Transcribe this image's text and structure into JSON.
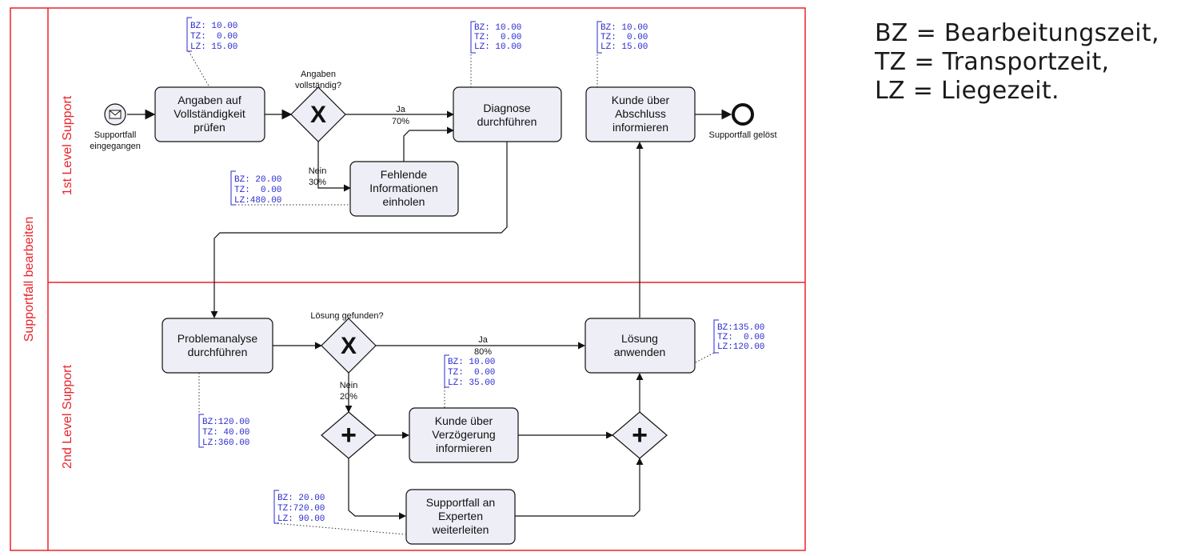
{
  "pool": {
    "label": "Supportfall bearbeiten"
  },
  "lanes": [
    {
      "label": "1st Level Support"
    },
    {
      "label": "2nd Level Support"
    }
  ],
  "events": {
    "start": {
      "label_lines": [
        "Supportfall",
        "eingegangen"
      ]
    },
    "end": {
      "label": "Supportfall gelöst"
    }
  },
  "tasks": {
    "angaben": {
      "lines": [
        "Angaben auf",
        "Vollständigkeit",
        "prüfen"
      ],
      "times": [
        "BZ: 10.00",
        "TZ:  0.00",
        "LZ: 15.00"
      ]
    },
    "diagnose": {
      "lines": [
        "Diagnose",
        "durchführen"
      ],
      "times": [
        "BZ: 10.00",
        "TZ:  0.00",
        "LZ: 10.00"
      ]
    },
    "kunde_abschluss": {
      "lines": [
        "Kunde über",
        "Abschluss",
        "informieren"
      ],
      "times": [
        "BZ: 10.00",
        "TZ:  0.00",
        "LZ: 15.00"
      ]
    },
    "fehlende": {
      "lines": [
        "Fehlende",
        "Informationen",
        "einholen"
      ],
      "times": [
        "BZ: 20.00",
        "TZ:  0.00",
        "LZ:480.00"
      ]
    },
    "problemanalyse": {
      "lines": [
        "Problemanalyse",
        "durchführen"
      ],
      "times": [
        "BZ:120.00",
        "TZ: 40.00",
        "LZ:360.00"
      ]
    },
    "loesung": {
      "lines": [
        "Lösung",
        "anwenden"
      ],
      "times": [
        "BZ:135.00",
        "TZ:  0.00",
        "LZ:120.00"
      ]
    },
    "kunde_verzoegerung": {
      "lines": [
        "Kunde über",
        "Verzögerung",
        "informieren"
      ],
      "times": [
        "BZ: 10.00",
        "TZ:  0.00",
        "LZ: 35.00"
      ]
    },
    "experten": {
      "lines": [
        "Supportfall an",
        "Experten",
        "weiterleiten"
      ],
      "times": [
        "BZ: 20.00",
        "TZ:720.00",
        "LZ: 90.00"
      ]
    }
  },
  "gateways": {
    "angaben_q": {
      "question_lines": [
        "Angaben",
        "vollständig?"
      ],
      "symbol": "X",
      "yes": [
        "Ja",
        "70%"
      ],
      "no": [
        "Nein",
        "30%"
      ]
    },
    "loesung_q": {
      "question": "Lösung gefunden?",
      "symbol": "X",
      "yes": [
        "Ja",
        "80%"
      ],
      "no": [
        "Nein",
        "20%"
      ]
    },
    "split": {
      "symbol": "+"
    },
    "join": {
      "symbol": "+"
    }
  },
  "legend": [
    "BZ = Bearbeitungszeit,",
    "TZ = Transportzeit,",
    "LZ = Liegezeit."
  ],
  "colors": {
    "pool_border": "#e8242a",
    "task_fill": "#eeeef6",
    "annotation": "#2a2ad0",
    "line": "#111111"
  }
}
